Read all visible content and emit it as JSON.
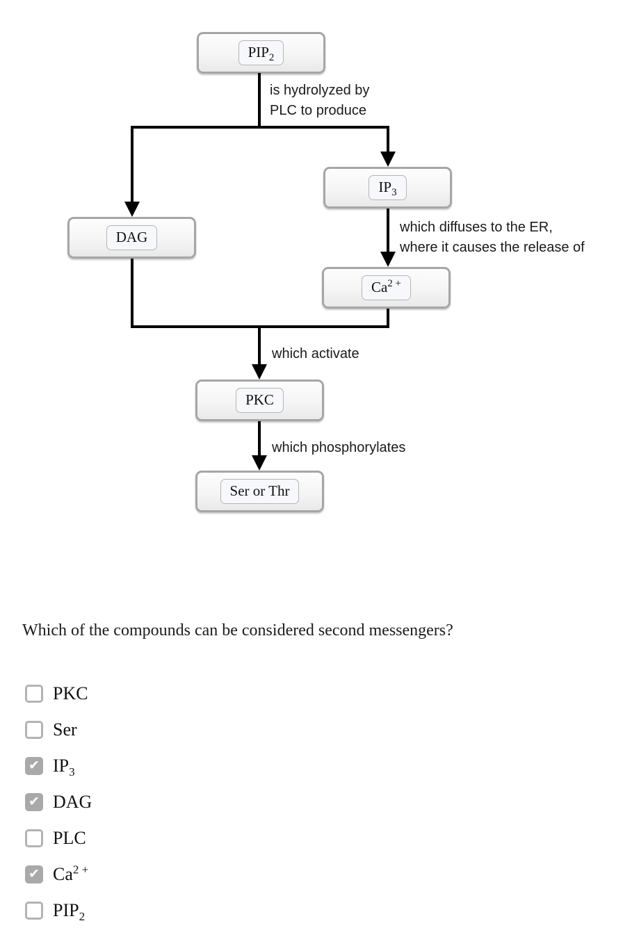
{
  "diagram": {
    "nodes": {
      "pip2": {
        "base": "PIP",
        "sub": "2"
      },
      "ip3": {
        "base": "IP",
        "sub": "3"
      },
      "dag": {
        "base": "DAG"
      },
      "ca": {
        "base": "Ca",
        "sup": "2 +"
      },
      "pkc": {
        "base": "PKC"
      },
      "ser_thr": {
        "base": "Ser or Thr"
      }
    },
    "edge_labels": {
      "hydrolyzed_line1": "is hydrolyzed by",
      "hydrolyzed_line2": "PLC to produce",
      "diffuses_line1": "which diffuses to the ER,",
      "diffuses_line2": "where it causes the release of",
      "activate": "which activate",
      "phosphorylates": "which phosphorylates"
    }
  },
  "question": {
    "text": "Which of the compounds can be considered second messengers?"
  },
  "options": [
    {
      "base": "PKC",
      "checked": false
    },
    {
      "base": "Ser",
      "checked": false
    },
    {
      "base": "IP",
      "sub": "3",
      "checked": true
    },
    {
      "base": "DAG",
      "checked": true
    },
    {
      "base": "PLC",
      "checked": false
    },
    {
      "base": "Ca",
      "sup": "2 +",
      "checked": true
    },
    {
      "base": "PIP",
      "sub": "2",
      "checked": false
    }
  ],
  "icons": {
    "check": "✔"
  },
  "colors": {
    "line": "#000000",
    "node_border": "#a6a6a6",
    "node_fill": "#f1f1f1",
    "inner_fill": "#f7f8fb",
    "checkbox_gray": "#a9a9a9"
  }
}
